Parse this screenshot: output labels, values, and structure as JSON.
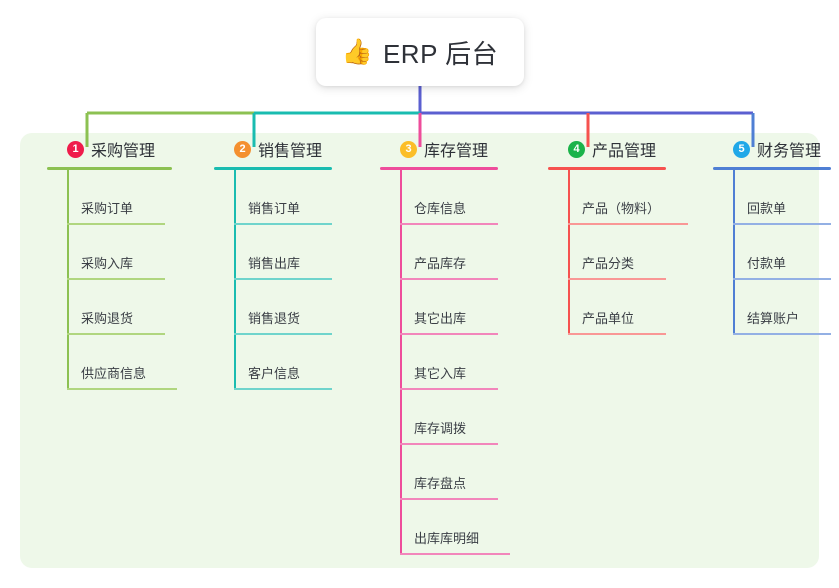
{
  "root": {
    "icon": "thumbs-up-icon",
    "emoji": "👍",
    "title": "ERP 后台"
  },
  "theme": {
    "panel_background": "#eef8e9",
    "page_background": "#ffffff",
    "root_background": "#ffffff",
    "text_color": "#2e3138"
  },
  "branches": [
    {
      "number": "1",
      "title": "采购管理",
      "badge_color": "#ef1c4b",
      "line_color": "#8cc152",
      "items": [
        {
          "label": "采购订单"
        },
        {
          "label": "采购入库"
        },
        {
          "label": "采购退货"
        },
        {
          "label": "供应商信息"
        }
      ]
    },
    {
      "number": "2",
      "title": "销售管理",
      "badge_color": "#f4902f",
      "line_color": "#1abcb0",
      "items": [
        {
          "label": "销售订单"
        },
        {
          "label": "销售出库"
        },
        {
          "label": "销售退货"
        },
        {
          "label": "客户信息"
        }
      ]
    },
    {
      "number": "3",
      "title": "库存管理",
      "badge_color": "#fbbe28",
      "line_color": "#ee4d9b",
      "items": [
        {
          "label": "仓库信息"
        },
        {
          "label": "产品库存"
        },
        {
          "label": "其它出库"
        },
        {
          "label": "其它入库"
        },
        {
          "label": "库存调拨"
        },
        {
          "label": "库存盘点"
        },
        {
          "label": "出库库明细"
        }
      ]
    },
    {
      "number": "4",
      "title": "产品管理",
      "badge_color": "#1bb34a",
      "line_color": "#f6524f",
      "items": [
        {
          "label": "产品（物料）"
        },
        {
          "label": "产品分类"
        },
        {
          "label": "产品单位"
        }
      ]
    },
    {
      "number": "5",
      "title": "财务管理",
      "badge_color": "#20a8e8",
      "line_color": "#4f7fd4",
      "items": [
        {
          "label": "回款单"
        },
        {
          "label": "付款单"
        },
        {
          "label": "结算账户"
        }
      ]
    }
  ],
  "connectors": {
    "stem_color": "#5b5fd0",
    "bus_segments": [
      {
        "from": "root",
        "to": "branch-1",
        "color": "#8cc152"
      },
      {
        "from": "root",
        "to": "branch-2",
        "color": "#1abcb0"
      },
      {
        "from": "root",
        "to": "branch-3",
        "color": "#ee4d9b"
      },
      {
        "from": "root",
        "to": "branch-4",
        "color": "#f6524f"
      },
      {
        "from": "root",
        "to": "branch-5",
        "color": "#4f7fd4"
      }
    ]
  }
}
